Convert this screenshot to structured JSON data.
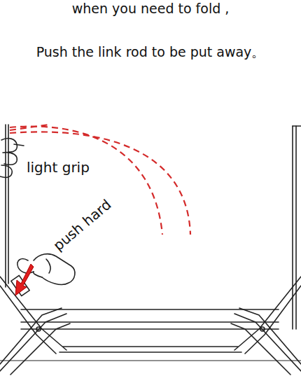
{
  "diagram": {
    "labels": [
      "when you need to fold ,",
      "Push the link rod to be put away。",
      "light grip",
      "push hard"
    ]
  }
}
